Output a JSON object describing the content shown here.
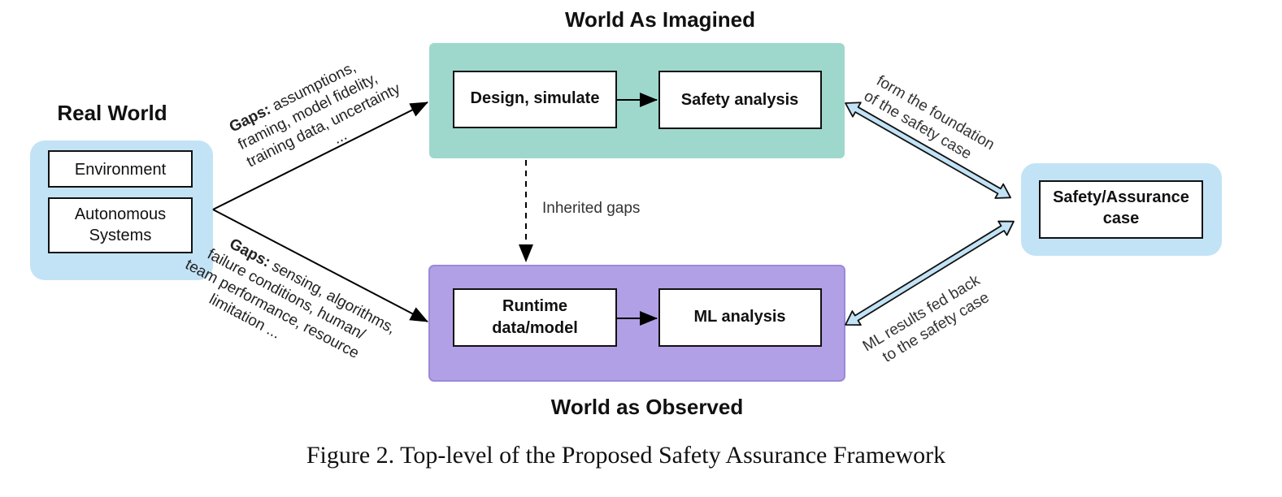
{
  "colors": {
    "real_world_bg": "#c2e3f6",
    "imagined_bg": "#9ed8cd",
    "observed_bg": "#b2a0e6",
    "observed_border": "#9b89d9",
    "assurance_bg": "#c2e3f6",
    "double_arrow_fill": "#c2e3f6"
  },
  "real_world": {
    "title": "Real World",
    "items": [
      "Environment",
      "Autonomous",
      "Systems"
    ]
  },
  "imagined": {
    "title": "World As Imagined",
    "design": "Design, simulate",
    "safety": "Safety analysis"
  },
  "observed": {
    "title": "World as Observed",
    "runtime_line1": "Runtime",
    "runtime_line2": "data/model",
    "ml": "ML analysis"
  },
  "assurance": {
    "line1": "Safety/Assurance",
    "line2": "case"
  },
  "gaps_upper": {
    "label": "Gaps:",
    "line1": " assumptions,",
    "line2": "framing, model fidelity,",
    "line3": "training data, uncertainty",
    "line4": "..."
  },
  "gaps_lower": {
    "label": "Gaps:",
    "line1": " sensing, algorithms,",
    "line2": "failure conditions, human/",
    "line3": "team performance, resource",
    "line4": "limitation ..."
  },
  "inherited": "Inherited gaps",
  "foundation": {
    "line1": "form the foundation",
    "line2": "of the safety case"
  },
  "ml_results": {
    "line1": "ML  results fed back",
    "line2": "to the safety case"
  },
  "caption": "Figure 2. Top-level of the Proposed Safety Assurance Framework"
}
